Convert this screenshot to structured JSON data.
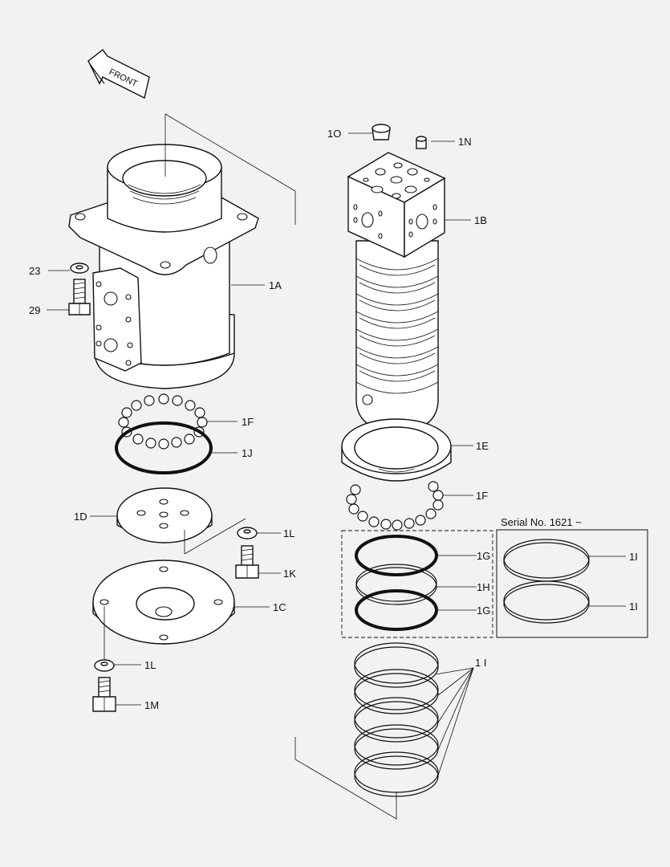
{
  "front_label": "FRONT",
  "serial_label": "Serial No. 1621 ~",
  "callouts": {
    "c_1O": "1O",
    "c_1N": "1N",
    "c_1B": "1B",
    "c_23": "23",
    "c_1A": "1A",
    "c_29": "29",
    "c_1F_left": "1F",
    "c_1J": "1J",
    "c_1E": "1E",
    "c_1F_right": "1F",
    "c_1D": "1D",
    "c_1L_upper": "1L",
    "c_1K": "1K",
    "c_1G_top": "1G",
    "c_1H": "1H",
    "c_1G_bottom": "1G",
    "c_1I_serial_top": "1I",
    "c_1I_serial_bottom": "1I",
    "c_1C": "1C",
    "c_1L_lower": "1L",
    "c_1M": "1M",
    "c_1I_stack": "1 I"
  }
}
